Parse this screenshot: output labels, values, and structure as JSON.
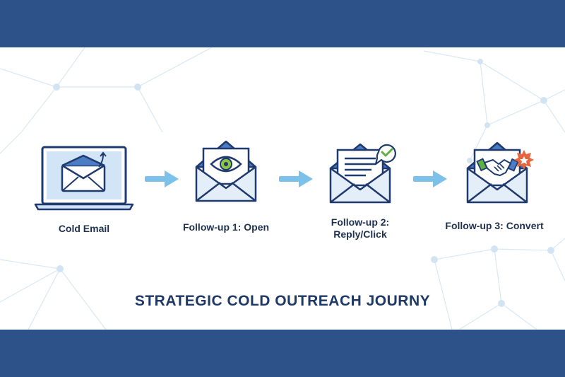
{
  "steps": [
    {
      "label": "Cold Email",
      "icon": "laptop-email-icon"
    },
    {
      "label": "Follow-up 1: Open",
      "icon": "email-eye-icon"
    },
    {
      "label_line1": "Follow-up 2:",
      "label_line2": "Reply/Click",
      "icon": "email-reply-check-icon"
    },
    {
      "label": "Follow-up 3: Convert",
      "icon": "email-handshake-icon"
    }
  ],
  "title": "STRATEGIC COLD OUTREACH JOURNY",
  "colors": {
    "band": "#2c5289",
    "outline": "#1e3a6e",
    "envelope_fill": "#e4eef9",
    "envelope_flap": "#4b7cc4",
    "arrow": "#7cc1ea",
    "check": "#5fb042",
    "badge": "#e8663d"
  }
}
